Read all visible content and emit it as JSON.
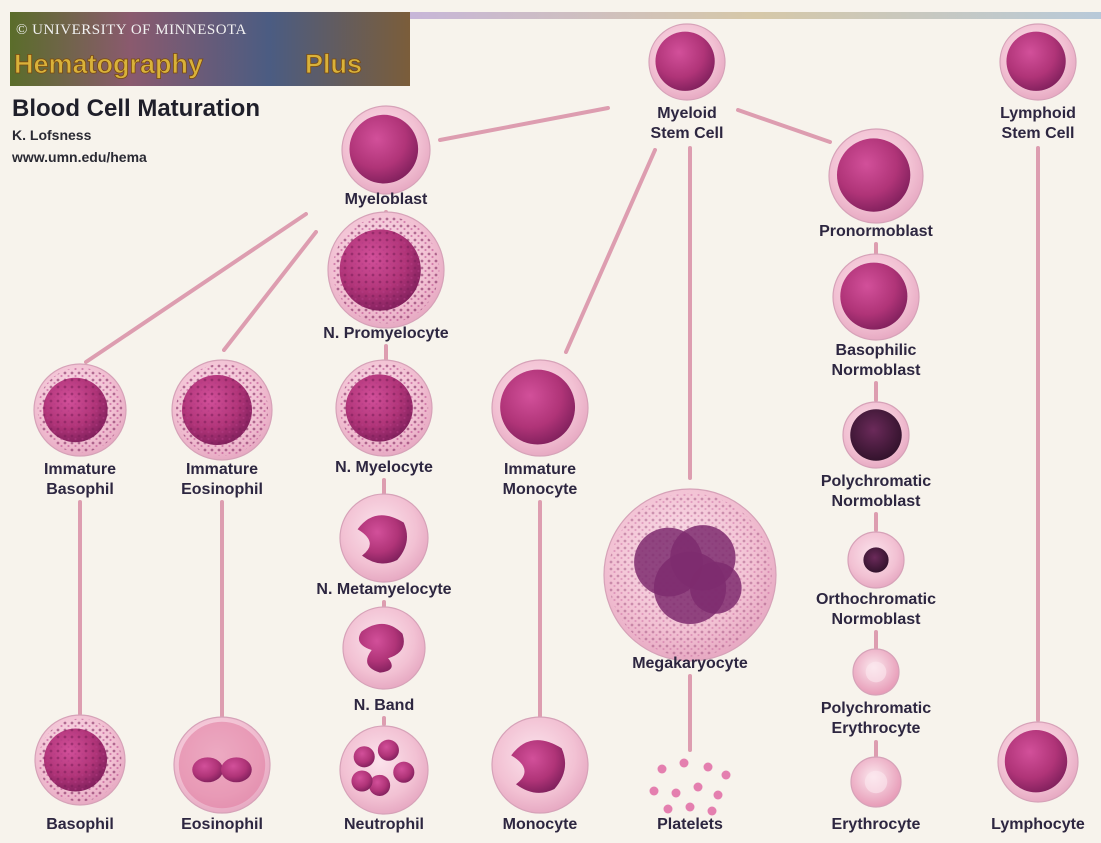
{
  "banner": {
    "university": "© UNIVERSITY OF MINNESOTA",
    "product_main": "Hematography",
    "product_suffix": "Plus"
  },
  "header": {
    "title": "Blood Cell Maturation",
    "author": "K. Lofsness",
    "url": "www.umn.edu/hema"
  },
  "colors": {
    "background": "#f7f3ec",
    "connector": "#d98fa6",
    "label_text": "#2d2640",
    "cytoplasm": "#f2c7d8",
    "nucleus": "#9a2a67"
  },
  "cells": [
    {
      "id": "myeloid-stem-cell",
      "label": [
        "Myeloid",
        "Stem Cell"
      ],
      "icon": "round-nucleus-cell"
    },
    {
      "id": "lymphoid-stem-cell",
      "label": [
        "Lymphoid",
        "Stem Cell"
      ],
      "icon": "round-nucleus-cell"
    },
    {
      "id": "myeloblast",
      "label": [
        "Myeloblast"
      ],
      "icon": "round-nucleus-cell"
    },
    {
      "id": "pronormoblast",
      "label": [
        "Pronormoblast"
      ],
      "icon": "round-nucleus-cell"
    },
    {
      "id": "n-promyelocyte",
      "label": [
        "N. Promyelocyte"
      ],
      "icon": "granular-cell"
    },
    {
      "id": "basophilic-normoblast",
      "label": [
        "Basophilic",
        "Normoblast"
      ],
      "icon": "round-nucleus-cell"
    },
    {
      "id": "immature-basophil",
      "label": [
        "Immature",
        "Basophil"
      ],
      "icon": "granular-cell"
    },
    {
      "id": "immature-eosinophil",
      "label": [
        "Immature",
        "Eosinophil"
      ],
      "icon": "granular-cell"
    },
    {
      "id": "n-myelocyte",
      "label": [
        "N. Myelocyte"
      ],
      "icon": "granular-cell"
    },
    {
      "id": "immature-monocyte",
      "label": [
        "Immature",
        "Monocyte"
      ],
      "icon": "round-nucleus-cell"
    },
    {
      "id": "polychromatic-normoblast",
      "label": [
        "Polychromatic",
        "Normoblast"
      ],
      "icon": "dark-nucleus-cell"
    },
    {
      "id": "n-metamyelocyte",
      "label": [
        "N. Metamyelocyte"
      ],
      "icon": "kidney-nucleus-cell"
    },
    {
      "id": "megakaryocyte",
      "label": [
        "Megakaryocyte"
      ],
      "icon": "large-lobed-cell"
    },
    {
      "id": "orthochromatic-normoblast",
      "label": [
        "Orthochromatic",
        "Normoblast"
      ],
      "icon": "small-dark-nucleus-cell"
    },
    {
      "id": "n-band",
      "label": [
        "N. Band"
      ],
      "icon": "band-nucleus-cell"
    },
    {
      "id": "polychromatic-erythrocyte",
      "label": [
        "Polychromatic",
        "Erythrocyte"
      ],
      "icon": "anucleate-cell"
    },
    {
      "id": "basophil",
      "label": [
        "Basophil"
      ],
      "icon": "granular-cell"
    },
    {
      "id": "eosinophil",
      "label": [
        "Eosinophil"
      ],
      "icon": "bilobed-cell"
    },
    {
      "id": "neutrophil",
      "label": [
        "Neutrophil"
      ],
      "icon": "segmented-cell"
    },
    {
      "id": "monocyte",
      "label": [
        "Monocyte"
      ],
      "icon": "kidney-nucleus-cell"
    },
    {
      "id": "platelets",
      "label": [
        "Platelets"
      ],
      "icon": "platelet-fragments"
    },
    {
      "id": "erythrocyte",
      "label": [
        "Erythrocyte"
      ],
      "icon": "anucleate-cell"
    },
    {
      "id": "lymphocyte",
      "label": [
        "Lymphocyte"
      ],
      "icon": "round-nucleus-cell"
    }
  ],
  "connections": [
    [
      "myeloid-stem-cell",
      "myeloblast"
    ],
    [
      "myeloid-stem-cell",
      "pronormoblast"
    ],
    [
      "myeloid-stem-cell",
      "immature-monocyte"
    ],
    [
      "myeloid-stem-cell",
      "megakaryocyte"
    ],
    [
      "myeloblast",
      "immature-basophil"
    ],
    [
      "myeloblast",
      "immature-eosinophil"
    ],
    [
      "myeloblast",
      "n-promyelocyte"
    ],
    [
      "n-promyelocyte",
      "n-myelocyte"
    ],
    [
      "n-myelocyte",
      "n-metamyelocyte"
    ],
    [
      "n-metamyelocyte",
      "n-band"
    ],
    [
      "n-band",
      "neutrophil"
    ],
    [
      "immature-basophil",
      "basophil"
    ],
    [
      "immature-eosinophil",
      "eosinophil"
    ],
    [
      "immature-monocyte",
      "monocyte"
    ],
    [
      "megakaryocyte",
      "platelets"
    ],
    [
      "pronormoblast",
      "basophilic-normoblast"
    ],
    [
      "basophilic-normoblast",
      "polychromatic-normoblast"
    ],
    [
      "polychromatic-normoblast",
      "orthochromatic-normoblast"
    ],
    [
      "orthochromatic-normoblast",
      "polychromatic-erythrocyte"
    ],
    [
      "polychromatic-erythrocyte",
      "erythrocyte"
    ],
    [
      "lymphoid-stem-cell",
      "lymphocyte"
    ]
  ]
}
